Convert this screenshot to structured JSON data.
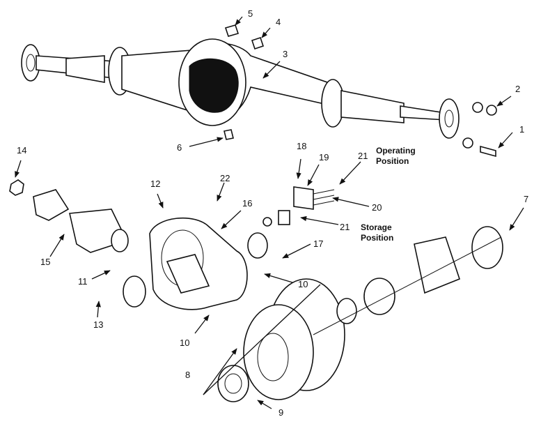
{
  "callouts": [
    "1",
    "2",
    "3",
    "4",
    "5",
    "6",
    "7",
    "8",
    "9",
    "10",
    "10",
    "11",
    "12",
    "13",
    "14",
    "15",
    "16",
    "17",
    "18",
    "19",
    "20",
    "21",
    "21",
    "22"
  ],
  "captions": {
    "operating": [
      "Operating",
      "Position"
    ],
    "storage": [
      "Storage",
      "Position"
    ]
  }
}
